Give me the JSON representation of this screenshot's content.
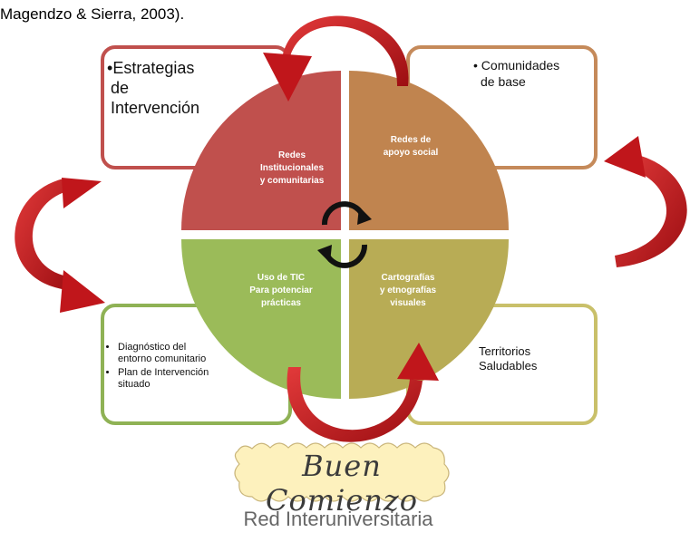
{
  "header": {
    "citation": "Magendzo & Sierra, 2003)."
  },
  "boxes": {
    "top_left": {
      "lines": [
        "Estrategias",
        "de",
        "Intervención"
      ],
      "color": "#c0504d"
    },
    "top_right": {
      "lines": [
        "Comunidades",
        "de base"
      ],
      "color": "#c58a5a"
    },
    "bottom_left": {
      "items": [
        "Diagnóstico del entorno comunitario",
        "Plan de Intervención situado"
      ],
      "color": "#8fb255"
    },
    "bottom_right": {
      "lines": [
        "Territorios",
        "Saludables"
      ],
      "color": "#c9c06a"
    }
  },
  "quadrants": {
    "q1": {
      "lines": [
        "Redes",
        "Institucionales",
        "y comunitarias"
      ],
      "color": "#c0504d"
    },
    "q2": {
      "lines": [
        "Redes de",
        "apoyo social"
      ],
      "color": "#c0844f"
    },
    "q3": {
      "lines": [
        "Uso de TIC",
        "Para potenciar",
        "prácticas"
      ],
      "color": "#9bbb59"
    },
    "q4": {
      "lines": [
        "Cartografías",
        "y etnografías",
        "visuales"
      ],
      "color": "#b8ac55"
    }
  },
  "colors": {
    "arrow": "#c0161b"
  },
  "logo": {
    "text": "Buen Comienzo",
    "fill": "#fdf1bd"
  },
  "footer": {
    "subtitle": "Red Interuniversitaria"
  }
}
